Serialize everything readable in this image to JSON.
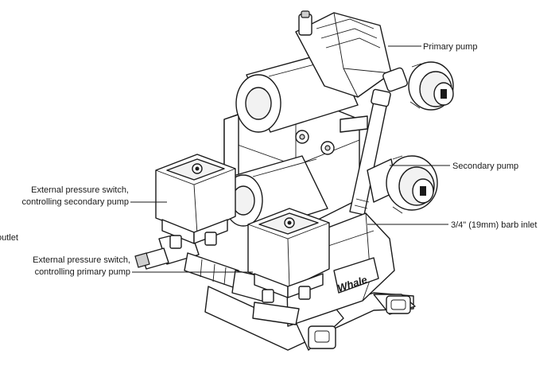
{
  "labels": {
    "primary_pump": "Primary pump",
    "secondary_pump": "Secondary pump",
    "barb_inlet": "3/4\" (19mm) barb inlet",
    "switch_secondary_line1": "External pressure switch,",
    "switch_secondary_line2": "controlling secondary pump",
    "outlet": "outlet",
    "switch_primary_line1": "External pressure switch,",
    "switch_primary_line2": "controlling primary pump"
  },
  "brand": {
    "logo_text": "Whale"
  }
}
